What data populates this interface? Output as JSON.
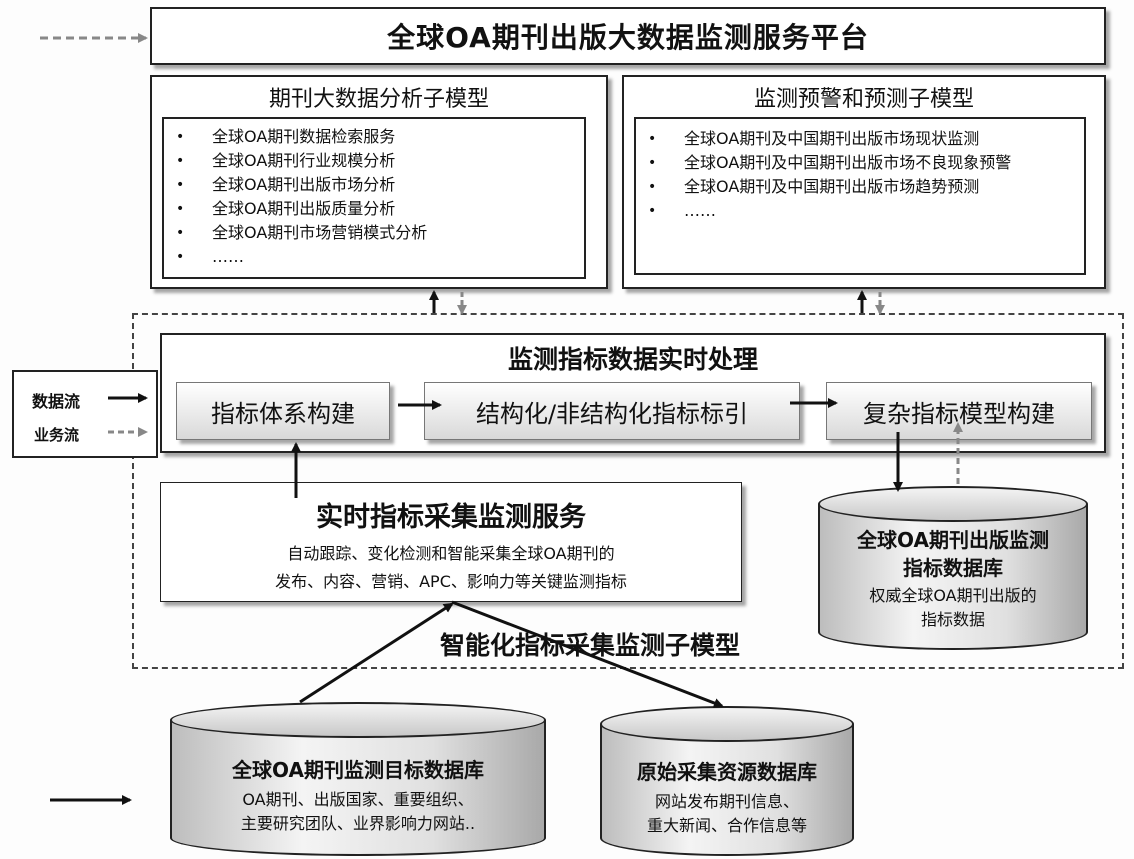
{
  "platform": {
    "title": "全球OA期刊出版大数据监测服务平台"
  },
  "analysis_model": {
    "title": "期刊大数据分析子模型",
    "items": [
      "全球OA期刊数据检索服务",
      "全球OA期刊行业规模分析",
      "全球OA期刊出版市场分析",
      "全球OA期刊出版质量分析",
      "全球OA期刊市场营销模式分析",
      "……"
    ]
  },
  "warning_model": {
    "title": "监测预警和预测子模型",
    "items": [
      "全球OA期刊及中国期刊出版市场现状监测",
      "全球OA期刊及中国期刊出版市场不良现象预警",
      "全球OA期刊及中国期刊出版市场趋势预测",
      "……"
    ]
  },
  "realtime": {
    "title": "监测指标数据实时处理",
    "step1": "指标体系构建",
    "step2": "结构化/非结构化指标标引",
    "step3": "复杂指标模型构建"
  },
  "legend": {
    "data_flow": "数据流",
    "business_flow": "业务流"
  },
  "collection": {
    "title": "实时指标采集监测服务",
    "line1": "自动跟踪、变化检测和智能采集全球OA期刊的",
    "line2": "发布、内容、营销、APC、影响力等关键监测指标"
  },
  "submodel_label": "智能化指标采集监测子模型",
  "indicator_db": {
    "title_l1": "全球OA期刊出版监测",
    "title_l2": "指标数据库",
    "desc_l1": "权威全球OA期刊出版的",
    "desc_l2": "指标数据"
  },
  "target_db": {
    "title": "全球OA期刊监测目标数据库",
    "desc_l1": "OA期刊、出版国家、重要组织、",
    "desc_l2": "主要研究团队、业界影响力网站.."
  },
  "source_db": {
    "title": "原始采集资源数据库",
    "desc_l1": "网站发布期刊信息、",
    "desc_l2": "重大新闻、合作信息等"
  }
}
